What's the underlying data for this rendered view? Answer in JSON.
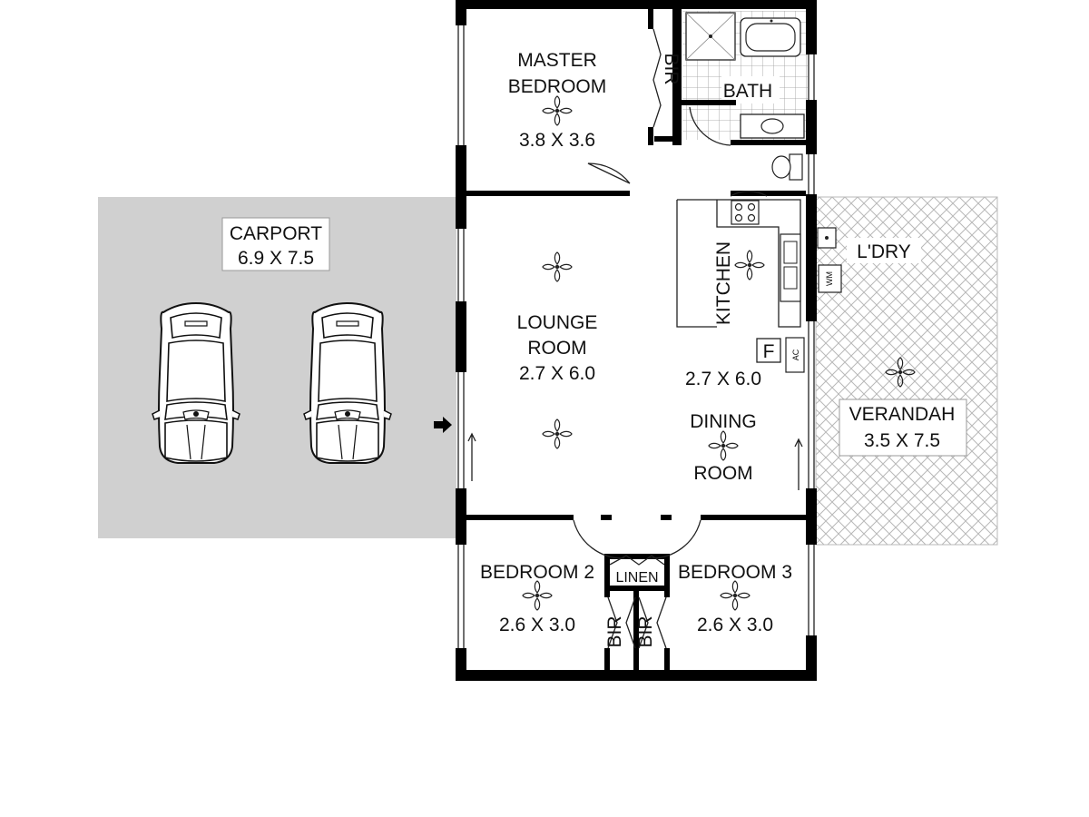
{
  "rooms": {
    "master_bedroom": {
      "name_line1": "MASTER",
      "name_line2": "BEDROOM",
      "size": "3.8 X 3.6"
    },
    "bir_master": "BIR",
    "bath": "BATH",
    "carport": {
      "name": "CARPORT",
      "size": "6.9 X 7.5"
    },
    "kitchen": "KITCHEN",
    "laundry": "L'DRY",
    "wm": "WM",
    "fridge": "F",
    "ac": "AC",
    "lounge": {
      "name_line1": "LOUNGE",
      "name_line2": "ROOM",
      "size": "2.7 X 6.0"
    },
    "dining": {
      "size": "2.7 X 6.0",
      "name_line1": "DINING",
      "name_line2": "ROOM"
    },
    "verandah": {
      "name": "VERANDAH",
      "size": "3.5 X 7.5"
    },
    "bedroom2": {
      "name": "BEDROOM 2",
      "size": "2.6 X 3.0"
    },
    "bedroom3": {
      "name": "BEDROOM 3",
      "size": "2.6 X 3.0"
    },
    "linen": "LINEN",
    "bir_bed2": "BIR",
    "bir_bed3": "BIR"
  },
  "colors": {
    "carport_fill": "#d0d0d0",
    "wall": "#000000",
    "verandah_hatch": "#b8b8b8"
  }
}
